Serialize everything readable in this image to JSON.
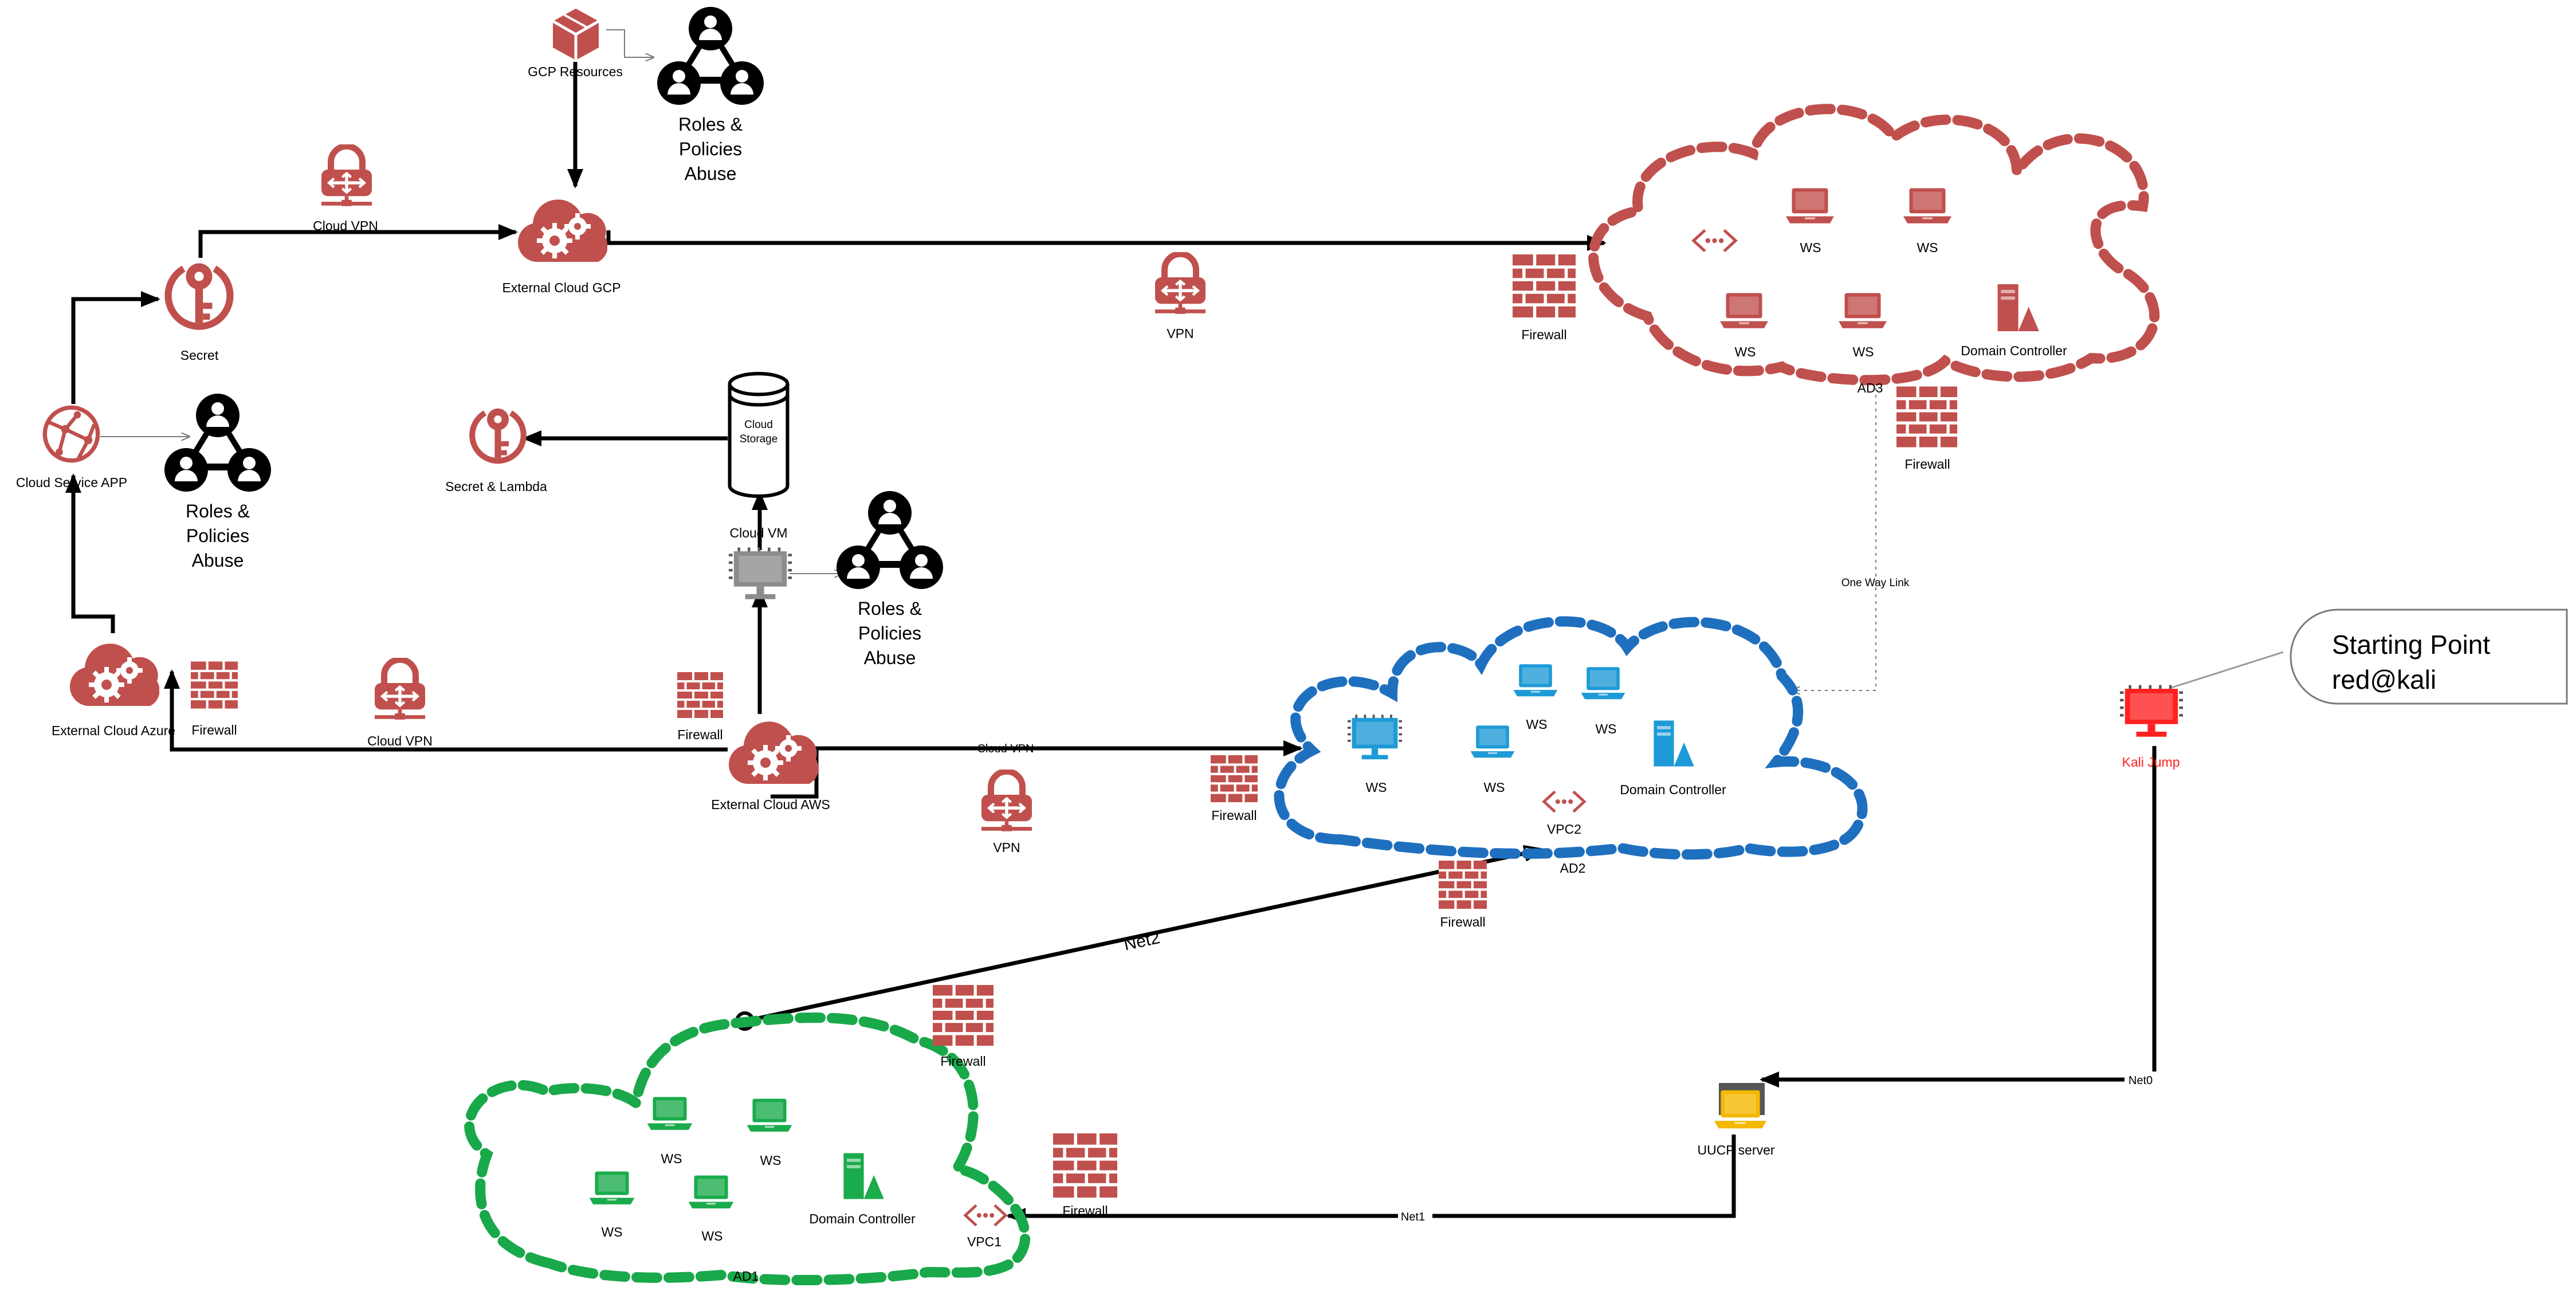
{
  "colors": {
    "brand_red": "#c0504d",
    "ad2_blue": "#1f6fbf",
    "ad1_green": "#19a84a",
    "ws_blue": "#1e9ad6",
    "ws_green": "#1aab4b",
    "kali_red": "#ff2020",
    "uucp_yellow": "#f5b800"
  },
  "gcp": {
    "resources_label": "GCP Resources",
    "roles_label": [
      "Roles &",
      "Policies",
      "Abuse"
    ],
    "cloud_vpn_label": "Cloud VPN",
    "external_label": "External Cloud GCP",
    "secret_label": "Secret",
    "vpn_label": "VPN"
  },
  "azure": {
    "service_app_label": "Cloud Service APP",
    "roles_label": [
      "Roles &",
      "Policies",
      "Abuse"
    ],
    "external_label": "External Cloud Azure",
    "firewall_label": "Firewall",
    "cloud_vpn_label": "Cloud VPN"
  },
  "aws": {
    "secret_lambda_label": "Secret & Lambda",
    "storage_label": [
      "Cloud",
      "Storage"
    ],
    "vm_label": "Cloud VM",
    "roles_label": [
      "Roles &",
      "Policies",
      "Abuse"
    ],
    "firewall_label": "Firewall",
    "external_label": "External Cloud AWS",
    "cloud_vpn_label": "Cloud VPN",
    "vpn_label": "VPN"
  },
  "ad3": {
    "firewall_label": "Firewall",
    "ws_labels": [
      "WS",
      "WS",
      "WS",
      "WS"
    ],
    "dc_label": "Domain Controller",
    "name": "AD3",
    "firewall2_label": "Firewall",
    "link_label": "One Way Link"
  },
  "ad2": {
    "ws_labels": [
      "WS",
      "WS",
      "WS",
      "WS"
    ],
    "dc_label": "Domain Controller",
    "vpc_label": "VPC2",
    "name": "AD2",
    "firewall_label": "Firewall",
    "firewall2_label": "Firewall"
  },
  "ad1": {
    "ws_labels": [
      "WS",
      "WS",
      "WS",
      "WS"
    ],
    "dc_label": "Domain Controller",
    "vpc_label": "VPC1",
    "name": "AD1",
    "firewall_label": "Firewall",
    "firewall2_label": "Firewall"
  },
  "network": {
    "net0": "Net0",
    "net1": "Net1",
    "net2": "Net2",
    "uucp_label": "UUCP server",
    "kali_label": "Kali Jump",
    "start_line1": "Starting Point",
    "start_line2": "red@kali"
  }
}
